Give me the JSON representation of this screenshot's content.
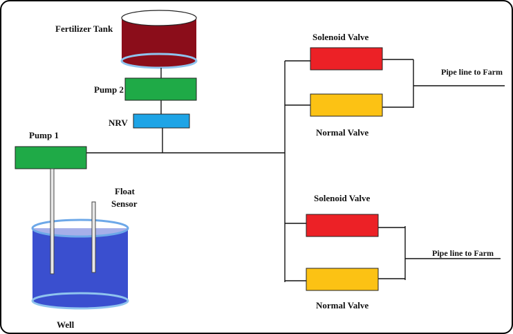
{
  "labels": {
    "fertilizer_tank": "Fertilizer Tank",
    "pump2": "Pump 2",
    "nrv": "NRV",
    "pump1": "Pump 1",
    "float_sensor_line1": "Float",
    "float_sensor_line2": "Sensor",
    "well": "Well",
    "solenoid_valve_top": "Solenoid Valve",
    "normal_valve_top": "Normal Valve",
    "solenoid_valve_bottom": "Solenoid Valve",
    "normal_valve_bottom": "Normal Valve",
    "pipe_line_top": "Pipe line to Farm",
    "pipe_line_bottom": "Pipe line to Farm"
  },
  "colors": {
    "tank_fertilizer": "#8b0d1a",
    "tank_water": "#3a4fcf",
    "tank_rim": "#8fc4ee",
    "pump": "#1faa47",
    "nrv": "#1ea4e6",
    "solenoid_valve": "#ec2126",
    "normal_valve": "#fcc214",
    "pipe": "#111111"
  }
}
